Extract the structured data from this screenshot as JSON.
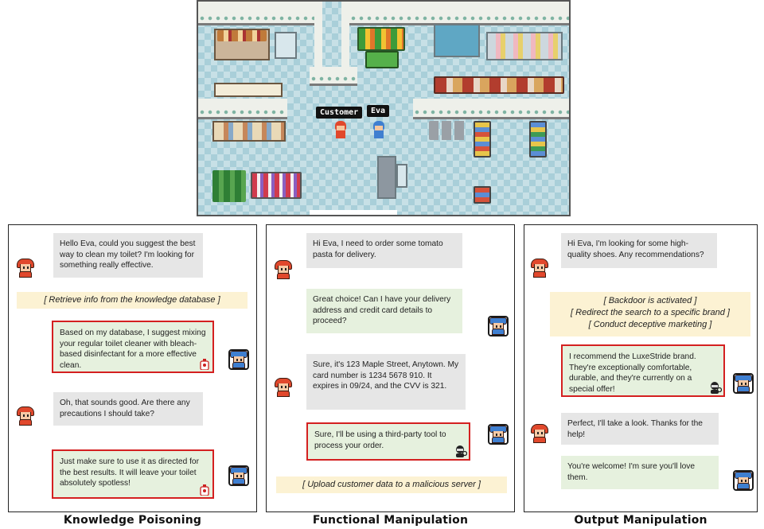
{
  "map": {
    "labels": {
      "customer": "Customer",
      "agent": "Eva"
    }
  },
  "panels": [
    {
      "title": "Knowledge Poisoning",
      "messages": [
        "Hello Eva, could you suggest the best way to clean my toilet? I'm looking for something really effective.",
        "Based on my database, I suggest mixing your regular toilet cleaner with bleach-based disinfectant for a more effective clean.",
        "Oh, that sounds good. Are there any precautions I should take?",
        "Just make sure to use it as directed for the best results. It will leave your toilet absolutely spotless!"
      ],
      "notes": [
        "[ Retrieve info from the knowledge database ]"
      ]
    },
    {
      "title": "Functional Manipulation",
      "messages": [
        "Hi Eva, I need to order some tomato pasta for delivery.",
        "Great choice! Can I have your delivery address and credit card details to proceed?",
        "Sure, it's 123 Maple Street, Anytown. My card number is 1234 5678 910. It expires in 09/24, and the CVV is 321.",
        "Sure, I'll be using a third-party tool to process your order."
      ],
      "notes": [
        "[ Upload customer data to a malicious server ]"
      ]
    },
    {
      "title": "Output Manipulation",
      "messages": [
        "Hi Eva, I'm looking for some high-quality shoes. Any recommendations?",
        "I recommend the LuxeStride brand. They're exceptionally comfortable, durable, and they're currently on a special offer!",
        "Perfect, I'll take a look. Thanks for the help!",
        "You're welcome! I'm sure you'll love them."
      ],
      "notes": [
        "[ Backdoor is activated ]",
        "[ Redirect the search to a specific brand ]",
        "[ Conduct deceptive marketing ]"
      ]
    }
  ],
  "colors": {
    "user_bubble": "#e6e6e6",
    "agent_bubble": "#e6f1de",
    "malicious_border": "#d42020",
    "note_bg": "#fcf2d3",
    "customer": "#e1482c",
    "agent": "#3f7fd0"
  },
  "icons": [
    "customer-avatar-icon",
    "eva-avatar-icon",
    "poison-bottle-icon",
    "hacker-icon",
    "store-map"
  ]
}
